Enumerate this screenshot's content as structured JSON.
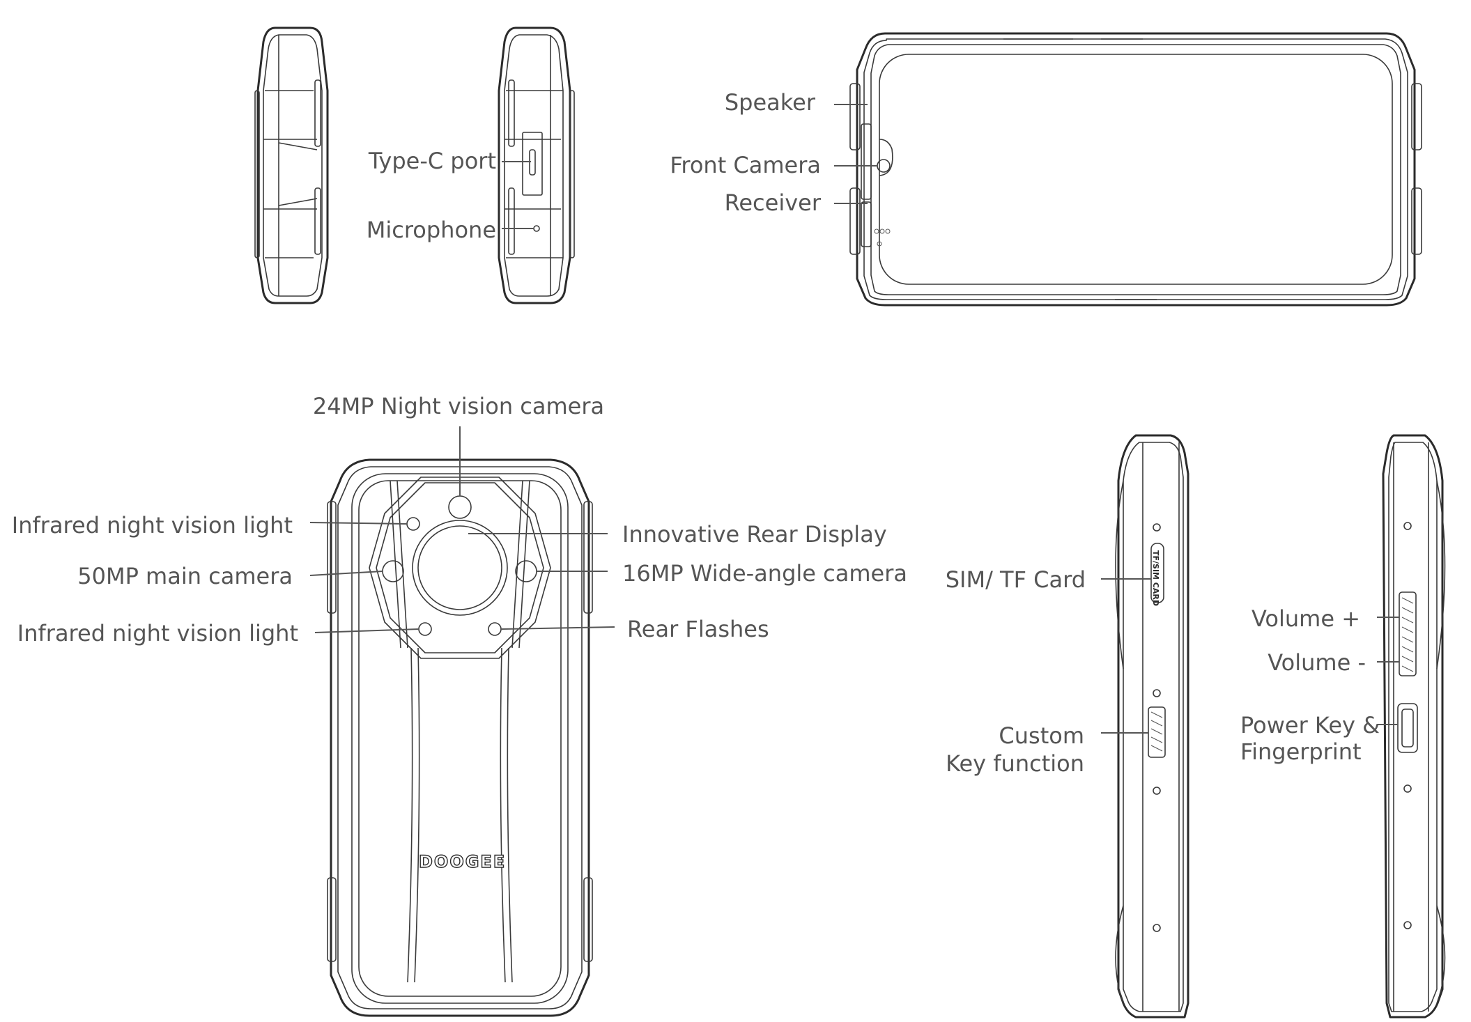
{
  "labels": {
    "speaker": "Speaker",
    "front_camera": "Front Camera",
    "receiver": "Receiver",
    "type_c_port": "Type-C port",
    "microphone": "Microphone",
    "night_vision_camera": "24MP Night vision camera",
    "infrared_light_top": "Infrared night vision light",
    "main_camera": "50MP main camera",
    "infrared_light_bottom": "Infrared night vision light",
    "rear_display": "Innovative Rear Display",
    "wide_angle_camera": "16MP Wide-angle camera",
    "rear_flashes": "Rear Flashes",
    "sim_tf_card": "SIM/ TF Card",
    "custom_key_line1": "Custom",
    "custom_key_line2": "Key function",
    "volume_up": "Volume +",
    "volume_down": "Volume -",
    "power_key_line1": "Power Key &",
    "power_key_line2": "Fingerprint"
  },
  "device": {
    "brand_logo": "DOOGEE",
    "slot_marking": "TF/SIM CARD"
  }
}
